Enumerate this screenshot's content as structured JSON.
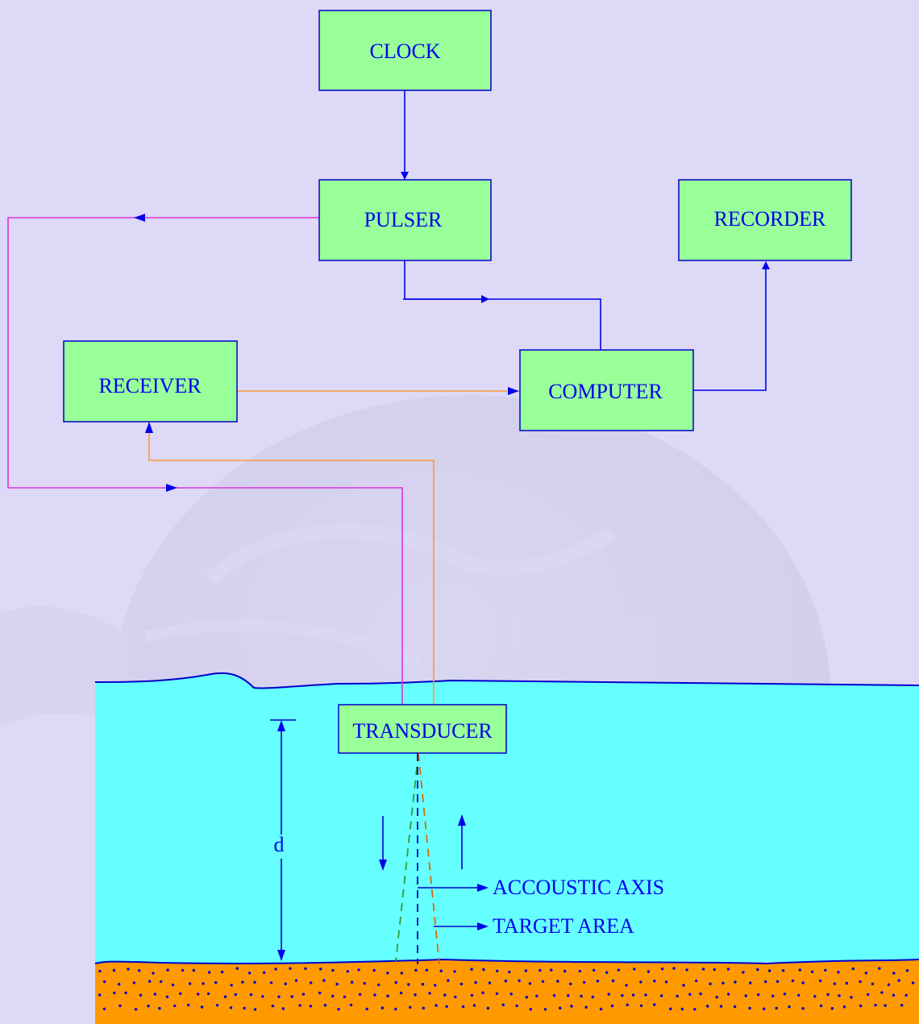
{
  "diagram": {
    "blocks": [
      {
        "id": "clock",
        "label": "CLOCK"
      },
      {
        "id": "pulser",
        "label": "PULSER"
      },
      {
        "id": "recorder",
        "label": "RECORDER"
      },
      {
        "id": "receiver",
        "label": "RECEIVER"
      },
      {
        "id": "computer",
        "label": "COMPUTER"
      },
      {
        "id": "transducer",
        "label": "TRANSDUCER"
      }
    ],
    "annotations": {
      "depth_label": "d",
      "acoustic_axis": "ACCOUSTIC AXIS",
      "target_area": "TARGET AREA"
    }
  },
  "colors": {
    "background": "#ddd9f7",
    "block_fill": "#99ff99",
    "block_border": "#0000cc",
    "text": "#0000ee",
    "signal_line": "#0000ee",
    "pulse_line": "#dd33dd",
    "echo_line": "#ff9933",
    "water": "#66ffff",
    "seabed": "#ff9900",
    "beam_left": "#339933",
    "beam_right": "#dd6600"
  }
}
